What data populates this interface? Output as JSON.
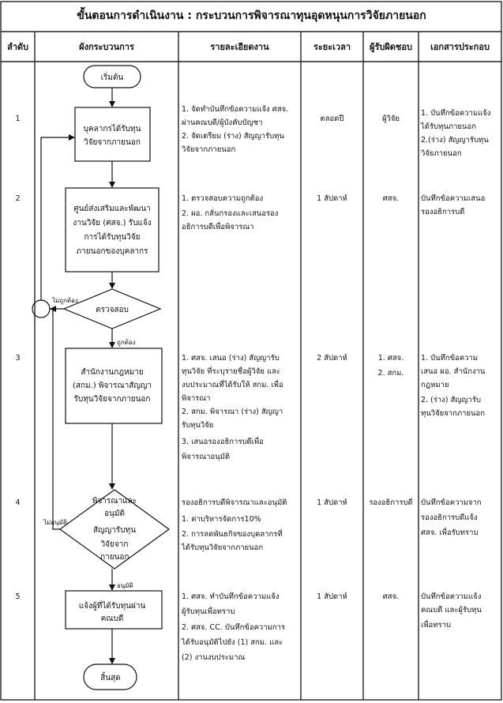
{
  "title": "ขั้นตอนการดำเนินงาน : กระบวนการพิจารณาทุนอุดหนุนการวิจัยภายนอก",
  "headers": {
    "step": "ลำดับ",
    "flowchart": "ผังกระบวนการ",
    "details": "รายละเอียดงาน",
    "duration": "ระยะเวลา",
    "responsible": "ผู้รับผิดชอบ",
    "documents": "เอกสารประกอบ"
  },
  "flow": {
    "start": "เริ่มต้น",
    "box1": [
      "บุคลากรได้รับทุน",
      "วิจัยจากภายนอก"
    ],
    "box2": [
      "ศูนย์ส่งเสริมและพัฒนา",
      "งานวิจัย (ศสจ.) รับแจ้ง",
      "การได้รับทุนวิจัย",
      "ภายนอกของบุคลากร"
    ],
    "check": "ตรวจสอบ",
    "not_correct": "ไม่ถูกต้อง",
    "correct": "ถูกต้อง",
    "box3": [
      "สำนักงานกฎหมาย",
      "(สกม.) พิจารณาสัญญา",
      "รับทุนวิจัยจากภายนอก"
    ],
    "decision": [
      "พิจารณาและ",
      "อนุมัติ",
      "สัญญารับทุน",
      "วิจัยจาก",
      "ภายนอก"
    ],
    "not_approved": "ไม่อนุมัติ",
    "approved": "อนุมัติ",
    "box4": [
      "แจ้งผู้ที่ได้รับทุนผ่าน",
      "คณบดี"
    ],
    "end": "สิ้นสุด"
  },
  "rows": [
    {
      "step": "1",
      "details": [
        "1. จัดทำบันทึกข้อความแจ้ง ศสจ.",
        "ผ่านคณบดี/ผู้บังคับบัญชา",
        "2. จัดเตรียม (ร่าง) สัญญารับทุน",
        "วิจัยจากภายนอก"
      ],
      "duration": "ตลอดปี",
      "responsible": [
        "ผู้วิจัย"
      ],
      "documents": [
        "1. บันทึกข้อความแจ้ง",
        "ได้รับทุนภายนอก",
        "2.(ร่าง) สัญญารับทุน",
        "วิจัยภายนอก"
      ]
    },
    {
      "step": "2",
      "details": [
        "1. ตรวจสอบความถูกต้อง",
        "2. ผอ. กลั่นกรองและเสนอรอง",
        "อธิการบดีเพื่อพิจารณา"
      ],
      "duration": "1 สัปดาห์",
      "responsible": [
        "ศสจ."
      ],
      "documents": [
        "บันทึกข้อความเสนอ",
        "รองอธิการบดี"
      ]
    },
    {
      "step": "3",
      "details": [
        "1. ศสจ. เสนอ (ร่าง) สัญญารับ",
        "ทุนวิจัย ที่ระบุรายชื่อผู้วิจัย และ",
        "งบประมาณที่ได้รับให้ สกม. เพื่อ",
        "พิจารณา",
        "2. สกม. พิจารณา (ร่าง) สัญญา",
        "รับทุนวิจัย",
        "3. เสนอรองอธิการบดีเพื่อ",
        "พิจารณาอนุมัติ"
      ],
      "duration": "2 สัปดาห์",
      "responsible": [
        "1. ศสจ.",
        "2. สกม."
      ],
      "documents": [
        "1. บันทึกข้อความ",
        "เสนอ ผอ. สำนักงาน",
        "กฎหมาย",
        "2. (ร่าง) สัญญารับ",
        "ทุนวิจัยจากภายนอก"
      ]
    },
    {
      "step": "4",
      "details": [
        "รองอธิการบดีพิจารณาและอนุมัติ",
        "1. ค่าบริหารจัดการ10%",
        "2. การลดพันธกิจของบุคลากรที่",
        "ได้รับทุนวิจัยจากภายนอก"
      ],
      "duration": "1 สัปดาห์",
      "responsible": [
        "รองอธิการบดี"
      ],
      "documents": [
        "บันทึกข้อความจาก",
        "รองอธิการบดีแจ้ง",
        "ศสจ. เพื่อรับทราบ"
      ]
    },
    {
      "step": "5",
      "details": [
        "1. ศสจ. ทำบันทึกข้อความแจ้ง",
        "ผู้รับทุนเพื่อทราบ",
        "2. ศสจ. CC. บันทึกข้อความการ",
        "ได้รับอนุมัติไปยัง (1) สกม. และ",
        "(2) งานงบประมาณ"
      ],
      "duration": "1 สัปดาห์",
      "responsible": [
        "ศสจ."
      ],
      "documents": [
        "บันทึกข้อความแจ้ง",
        "คณบดี และผู้รับทุน",
        "เพื่อทราบ"
      ]
    }
  ]
}
